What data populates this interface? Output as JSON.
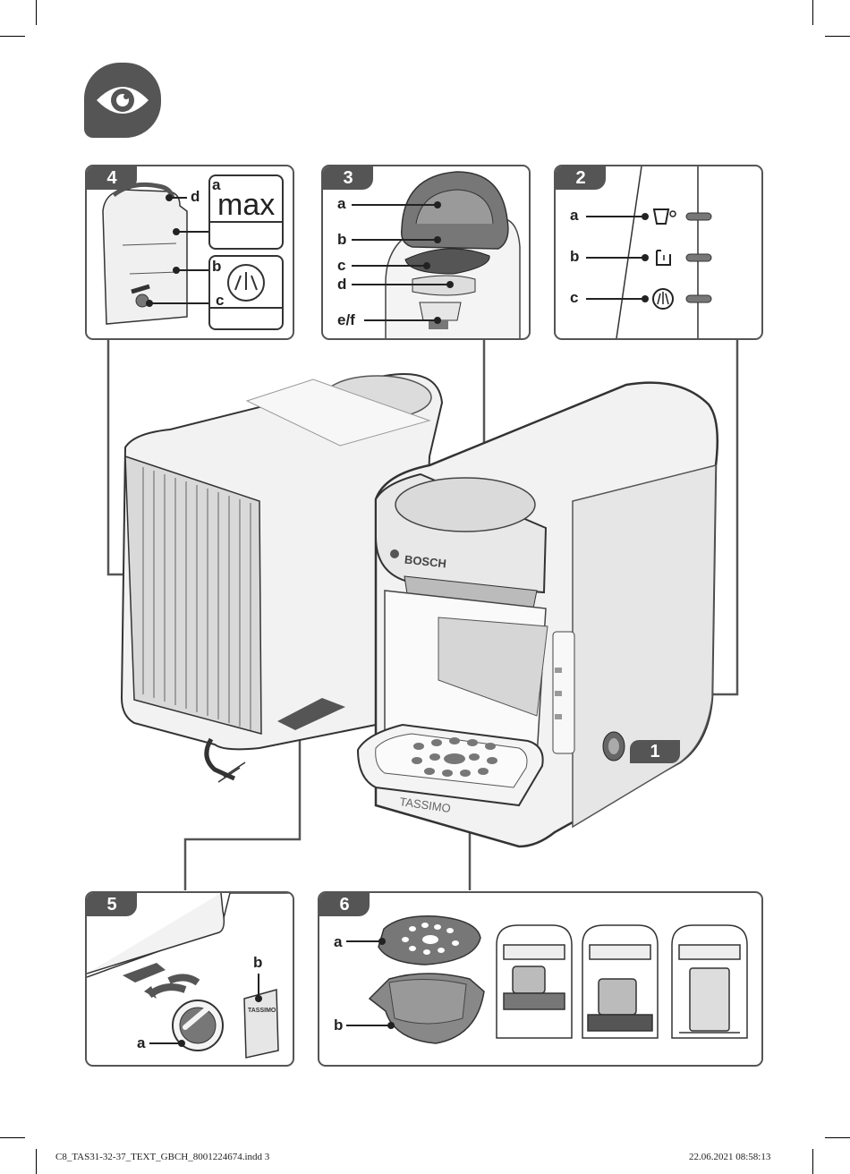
{
  "header": {
    "icon": "eye-icon"
  },
  "panels": {
    "p4": {
      "number": "4",
      "labels": {
        "a": "a",
        "b": "b",
        "c": "c",
        "d": "d"
      },
      "box_text": "max"
    },
    "p3": {
      "number": "3",
      "labels": {
        "a": "a",
        "b": "b",
        "c": "c",
        "d": "d",
        "ef": "e/f"
      }
    },
    "p2": {
      "number": "2",
      "labels": {
        "a": "a",
        "b": "b",
        "c": "c"
      }
    },
    "p1": {
      "number": "1"
    },
    "p5": {
      "number": "5",
      "labels": {
        "a": "a",
        "b": "b"
      },
      "leaflet_brand": "TASSIMO"
    },
    "p6": {
      "number": "6",
      "labels": {
        "a": "a",
        "b": "b"
      }
    }
  },
  "machine": {
    "brand": "BOSCH",
    "product": "TASSIMO"
  },
  "footer": {
    "left": "C8_TAS31-32-37_TEXT_GBCH_8001224674.indd   3",
    "right": "22.06.2021   08:58:13"
  },
  "colors": {
    "panel_border": "#555555",
    "tab_fill": "#555555",
    "machine_fill": "#f2f2f2",
    "machine_shade": "#d9d9d9"
  }
}
